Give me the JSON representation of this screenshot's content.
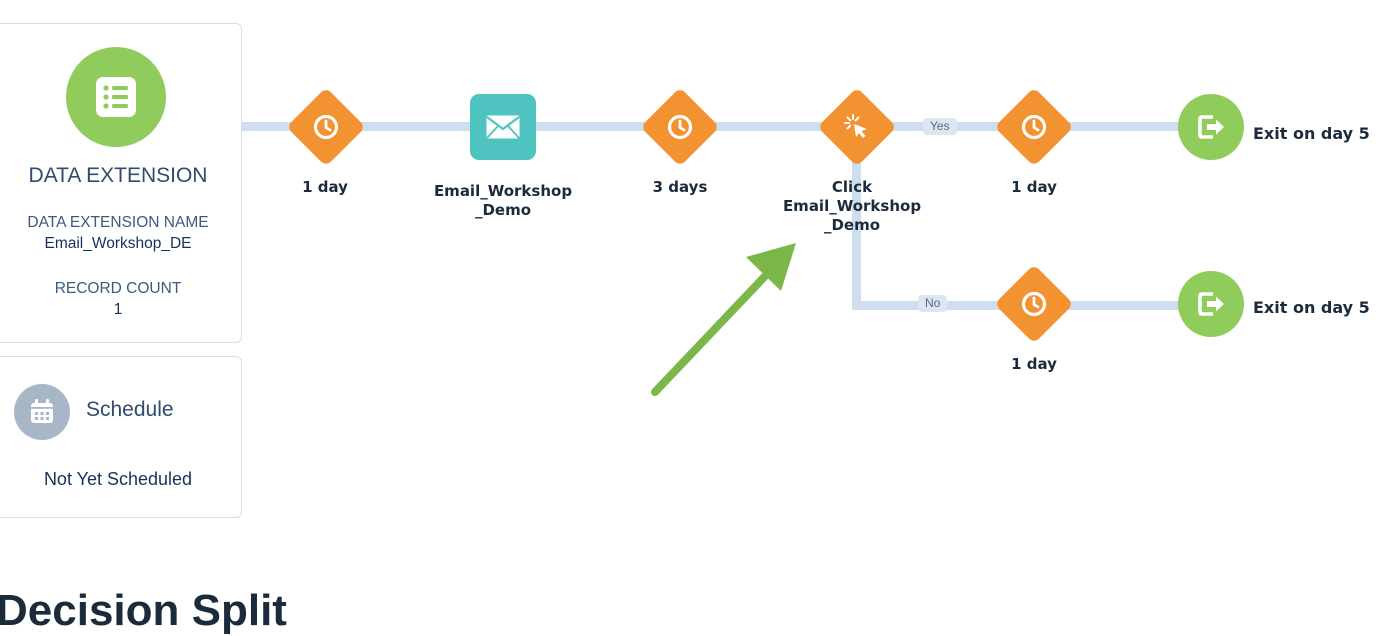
{
  "entry_source": {
    "title": "DATA EXTENSION",
    "name_label": "DATA EXTENSION NAME",
    "name_value": "Email_Workshop_DE",
    "count_label": "RECORD COUNT",
    "count_value": "1",
    "icon": "list-icon"
  },
  "schedule": {
    "title": "Schedule",
    "status": "Not Yet Scheduled",
    "icon": "calendar-icon"
  },
  "canvas": {
    "wait_1_label": "1 day",
    "email_label_line1": "Email_Workshop",
    "email_label_line2": "_Demo",
    "wait_2_label": "3 days",
    "decision_label_line1": "Click",
    "decision_label_line2": "Email_Workshop",
    "decision_label_line3": "_Demo",
    "yes_tag": "Yes",
    "no_tag": "No",
    "yes_wait_label": "1 day",
    "no_wait_label": "1 day",
    "yes_exit_label": "Exit on day 5",
    "no_exit_label": "Exit on day 5"
  },
  "bottom_heading": "Decision Split",
  "colors": {
    "wait_orange": "#f39230",
    "email_teal": "#4ec3c0",
    "exit_green": "#8fcc5b",
    "path_blue": "#cfdeee",
    "arrow_green": "#7ab648"
  }
}
